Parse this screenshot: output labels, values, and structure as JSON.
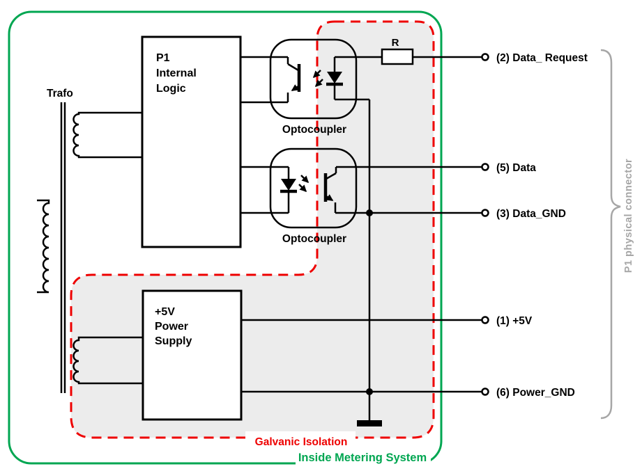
{
  "diagram": {
    "title_context": "P1 port galvanic isolation schematic",
    "transformer_label": "Trafo",
    "p1_logic_box": {
      "line1": "P1",
      "line2": "Internal",
      "line3": "Logic"
    },
    "power_supply_box": {
      "line1": "+5V",
      "line2": "Power",
      "line3": "Supply"
    },
    "optocoupler_top_label": "Optocoupler",
    "optocoupler_bottom_label": "Optocoupler",
    "resistor_label": "R",
    "terminals": [
      {
        "pin": "2",
        "label": "(2) Data_ Request"
      },
      {
        "pin": "5",
        "label": "(5) Data"
      },
      {
        "pin": "3",
        "label": "(3) Data_GND"
      },
      {
        "pin": "1",
        "label": "(1) +5V"
      },
      {
        "pin": "6",
        "label": "(6) Power_GND"
      }
    ],
    "galvanic_isolation_label": "Galvanic Isolation",
    "inside_metering_label": "Inside Metering System",
    "connector_bracket_label": "P1 physical connector",
    "colors": {
      "boundary_green": "#00a651",
      "isolation_red": "#ee0000",
      "isolation_fill": "#ececec",
      "connector_gray": "#a6a6a6",
      "line_black": "#000000",
      "background": "#ffffff"
    }
  }
}
